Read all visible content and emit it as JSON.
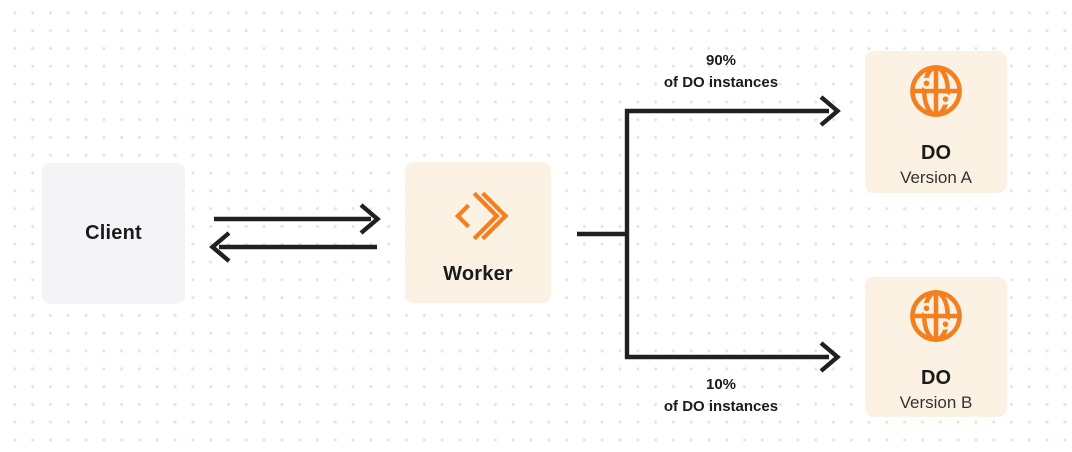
{
  "nodes": {
    "client": {
      "label": "Client"
    },
    "worker": {
      "label": "Worker"
    },
    "do_version_a": {
      "title": "DO",
      "subtitle": "Version A"
    },
    "do_version_b": {
      "title": "DO",
      "subtitle": "Version B"
    }
  },
  "edges": {
    "client_worker": {
      "type": "bidirectional-arrows"
    },
    "worker_to_do_a": {
      "percent": "90%",
      "caption": "of DO instances"
    },
    "worker_to_do_b": {
      "percent": "10%",
      "caption": "of DO instances"
    }
  },
  "icons": {
    "worker": "workers-chevrons-icon",
    "durable_object": "globe-icon"
  },
  "colors": {
    "orange": "#F38020",
    "cream_bg": "#FCF2E4",
    "client_bg": "#F4F4F6",
    "line": "#202020",
    "text_dark": "#1B1B1B",
    "text_muted": "#333333",
    "dot_grid": "#E3E3E6",
    "canvas_bg": "#FFFFFF"
  }
}
